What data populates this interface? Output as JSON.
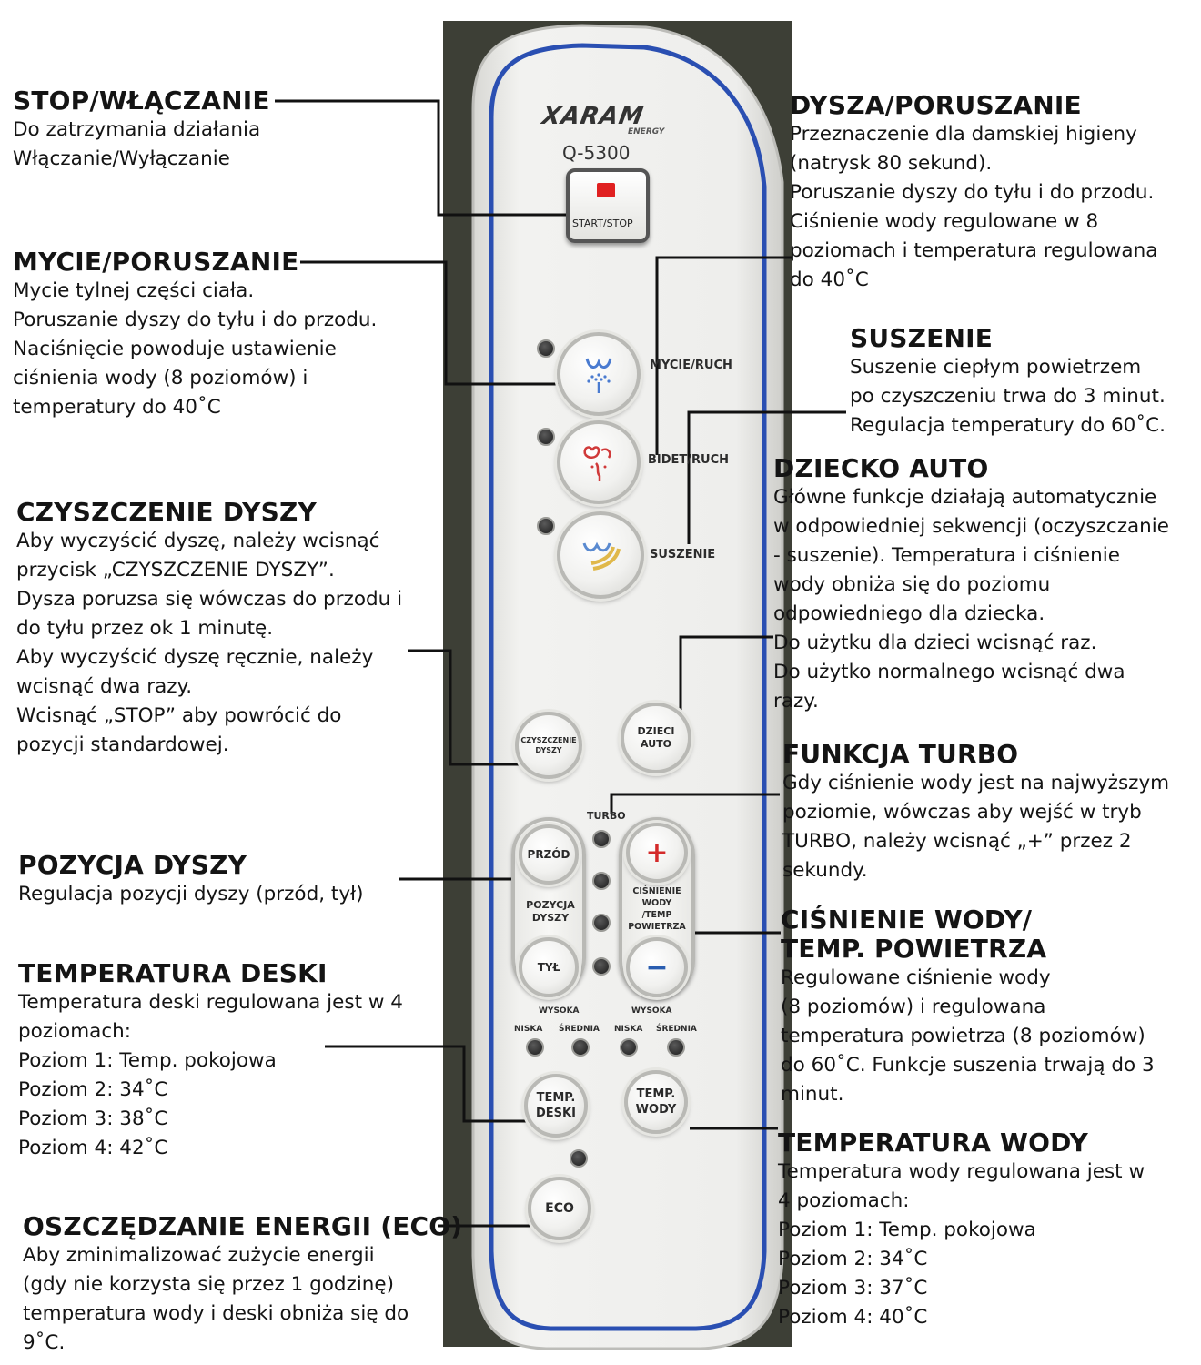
{
  "remote": {
    "brand": "XARAM",
    "brand_sub": "ENERGY",
    "model": "Q-5300",
    "start_stop": "START/STOP",
    "mycie": "MYCIE/RUCH",
    "bidet": "BIDET/RUCH",
    "suszenie": "SUSZENIE",
    "czyszczenie_1": "CZYSZCZENIE",
    "czyszczenie_2": "DYSZY",
    "dzieci_1": "DZIECI",
    "dzieci_2": "AUTO",
    "turbo": "TURBO",
    "przod": "PRZÓD",
    "tyl": "TYŁ",
    "pozycja_1": "POZYCJA",
    "pozycja_2": "DYSZY",
    "plus": "+",
    "minus": "−",
    "cisnienie_1": "CIŚNIENIE",
    "cisnienie_2": "WODY",
    "cisnienie_3": "/TEMP",
    "cisnienie_4": "POWIETRZA",
    "wysoka_left": "WYSOKA",
    "niska_left": "NISKA",
    "srednia_left": "ŚREDNIA",
    "wysoka_right": "WYSOKA",
    "niska_right": "NISKA",
    "srednia_right": "ŚREDNIA",
    "temp_deski_1": "TEMP.",
    "temp_deski_2": "DESKI",
    "temp_wody_1": "TEMP.",
    "temp_wody_2": "WODY",
    "eco": "ECO"
  },
  "annotations": {
    "stop": {
      "title": "STOP/WŁĄCZANIE",
      "lines": [
        "Do zatrzymania działania",
        "Włączanie/Wyłączanie"
      ]
    },
    "mycie": {
      "title": "MYCIE/PORUSZANIE",
      "lines": [
        "Mycie tylnej części ciała.",
        "Poruszanie dyszy do tyłu i do przodu.",
        "Naciśnięcie powoduje ustawienie",
        "ciśnienia wody (8 poziomów) i",
        "temperatury do 40˚C"
      ]
    },
    "czyszczenie": {
      "title": "CZYSZCZENIE DYSZY",
      "lines": [
        "Aby wyczyścić dyszę, należy wcisnąć",
        "przycisk „CZYSZCZENIE DYSZY”.",
        "Dysza poruzsa się wówczas do przodu i",
        "do tyłu przez ok 1 minutę.",
        "Aby wyczyścić dyszę ręcznie, należy",
        "wcisnąć dwa razy.",
        "Wcisnąć „STOP” aby powrócić do",
        "pozycji standardowej."
      ]
    },
    "pozycja": {
      "title": "POZYCJA DYSZY",
      "lines": [
        "Regulacja pozycji dyszy (przód, tył)"
      ]
    },
    "deska": {
      "title": "TEMPERATURA DESKI",
      "lines": [
        "Temperatura deski regulowana jest w 4",
        "poziomach:",
        "Poziom 1: Temp. pokojowa",
        "Poziom 2: 34˚C",
        "Poziom 3: 38˚C",
        "Poziom 4: 42˚C"
      ]
    },
    "eco": {
      "title": "OSZCZĘDZANIE ENERGII (ECO)",
      "lines": [
        "Aby zminimalizować zużycie energii",
        "(gdy nie korzysta się przez 1 godzinę)",
        "temperatura wody i deski obniża się do",
        "9˚C."
      ]
    },
    "dysza": {
      "title": "DYSZA/PORUSZANIE",
      "lines": [
        "Przeznaczenie dla damskiej higieny",
        "(natrysk 80 sekund).",
        "Poruszanie dyszy do tyłu i do przodu.",
        "Ciśnienie wody regulowane w 8",
        "poziomach i temperatura regulowana",
        "do 40˚C"
      ]
    },
    "suszenie": {
      "title": "SUSZENIE",
      "lines": [
        "Suszenie ciepłym powietrzem",
        "po czyszczeniu trwa do 3 minut.",
        "Regulacja temperatury do 60˚C."
      ]
    },
    "dziecko": {
      "title": "DZIECKO AUTO",
      "lines": [
        "Główne funkcje działają automatycznie",
        "w odpowiedniej sekwencji (oczyszczanie",
        "- suszenie). Temperatura i ciśnienie",
        "wody obniża się do poziomu",
        "odpowiedniego dla dziecka.",
        "Do użytku dla dzieci wcisnąć raz.",
        "Do użytko normalnego wcisnąć dwa",
        "razy."
      ]
    },
    "turbo": {
      "title": "FUNKCJA TURBO",
      "lines": [
        "Gdy ciśnienie wody jest na najwyższym",
        "poziomie, wówczas aby wejść w tryb",
        "TURBO, należy wcisnąć „+” przez 2",
        "sekundy."
      ]
    },
    "cisnienie": {
      "title": "CIŚNIENIE WODY/",
      "title2": "TEMP. POWIETRZA",
      "lines": [
        "Regulowane ciśnienie wody",
        "(8 poziomów) i regulowana",
        "temperatura powietrza (8 poziomów)",
        "do 60˚C. Funkcje suszenia trwają do 3",
        "minut."
      ]
    },
    "woda": {
      "title": "TEMPERATURA WODY",
      "lines": [
        "Temperatura wody regulowana jest w",
        "4 poziomach:",
        "Poziom 1: Temp. pokojowa",
        "Poziom 2: 34˚C",
        "Poziom 3: 37˚C",
        "Poziom 4: 40˚C"
      ]
    }
  },
  "colors": {
    "panel": "#ededeb",
    "blue_border": "#2a4fb2",
    "red_led": "#e02020",
    "red_plus": "#d42a2a",
    "blue_minus": "#2a5db0"
  }
}
